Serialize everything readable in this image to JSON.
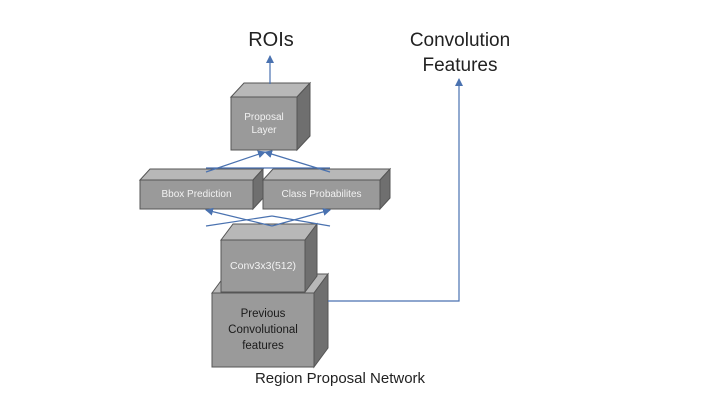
{
  "diagram": {
    "top_output_label": "ROIs",
    "side_output_label": [
      "Convolution",
      "Features"
    ],
    "caption": "Region Proposal Network",
    "nodes": {
      "proposal_layer": [
        "Proposal",
        "Layer"
      ],
      "bbox_prediction": "Bbox Prediction",
      "class_probabilities": "Class Probabilites",
      "conv3x3": "Conv3x3(512)",
      "previous_features": [
        "Previous",
        "Convolutional",
        "features"
      ]
    },
    "colors": {
      "box_front": "#9a9a9a",
      "box_top": "#b8b8b8",
      "box_side": "#6f6f6f",
      "box_edge": "#555555",
      "arrow": "#4a72b0"
    }
  }
}
